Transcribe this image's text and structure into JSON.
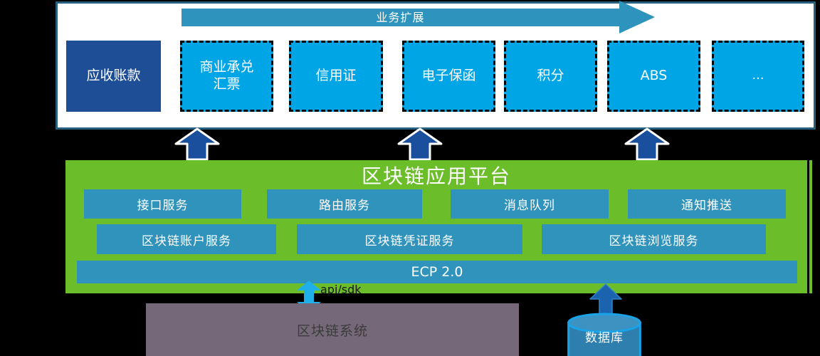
{
  "top_panel": {
    "expansion_label": "业务扩展",
    "products": [
      {
        "label": "应收账款",
        "style": "solid"
      },
      {
        "label": "商业承兑汇票",
        "style": "dashed"
      },
      {
        "label": "信用证",
        "style": "dashed"
      },
      {
        "label": "电子保函",
        "style": "dashed"
      },
      {
        "label": "积分",
        "style": "dashed"
      },
      {
        "label": "ABS",
        "style": "dashed"
      },
      {
        "label": "…",
        "style": "dashed"
      }
    ]
  },
  "platform": {
    "title": "区块链应用平台",
    "services_row1": [
      {
        "label": "接口服务"
      },
      {
        "label": "路由服务"
      },
      {
        "label": "消息队列"
      },
      {
        "label": "通知推送"
      }
    ],
    "services_row2": [
      {
        "label": "区块链账户服务"
      },
      {
        "label": "区块链凭证服务"
      },
      {
        "label": "区块链浏览服务"
      }
    ],
    "base_layer": {
      "label": "ECP 2.0"
    }
  },
  "connector": {
    "label": "api/sdk"
  },
  "bottom_layer": {
    "system": {
      "label": "区块链系统"
    },
    "database": {
      "label": "数据库"
    }
  },
  "colors": {
    "panel_border": "#26607e",
    "expansion_arrow": "#2e93bd",
    "product_solid": "#1e4e96",
    "product_dashed_bg": "#00a5e5",
    "platform_bg": "#6cbd2a",
    "service_box": "#3093bb",
    "nav_arrow": "#1a4f9e",
    "connector_arrow": "#1fb0ea",
    "system_bg": "#756879",
    "db_arrow": "#1b63ae",
    "db_body": "#2e7fae",
    "db_outline": "#18a4e8"
  }
}
